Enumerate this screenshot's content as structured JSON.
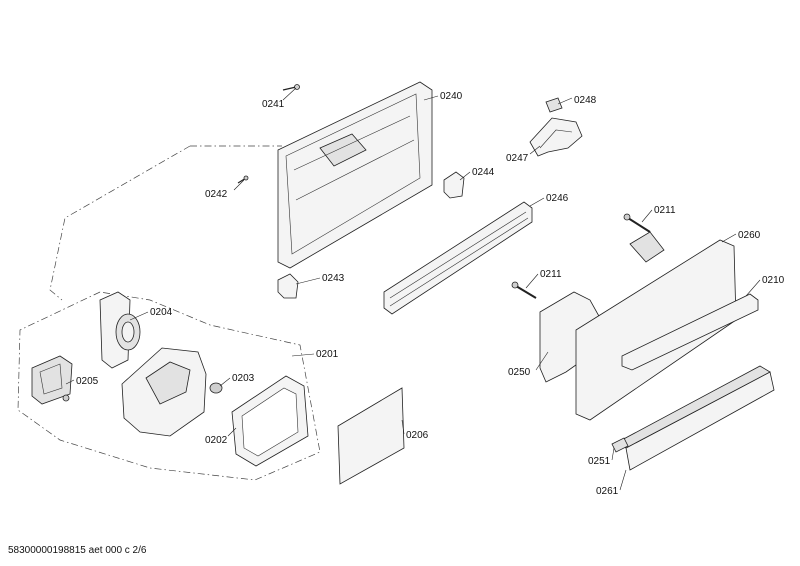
{
  "diagram": {
    "callouts": {
      "p0241": "0241",
      "p0240": "0240",
      "p0248": "0248",
      "p0247": "0247",
      "p0242": "0242",
      "p0244": "0244",
      "p0246": "0246",
      "p0211a": "0211",
      "p0260": "0260",
      "p0243": "0243",
      "p0211b": "0211",
      "p0210": "0210",
      "p0204": "0204",
      "p0250": "0250",
      "p0201": "0201",
      "p0205": "0205",
      "p0203": "0203",
      "p0202": "0202",
      "p0206": "0206",
      "p0251": "0251",
      "p0261": "0261"
    }
  },
  "footer": {
    "doc_code": "58300000198815 aet 000 c 2/6"
  }
}
